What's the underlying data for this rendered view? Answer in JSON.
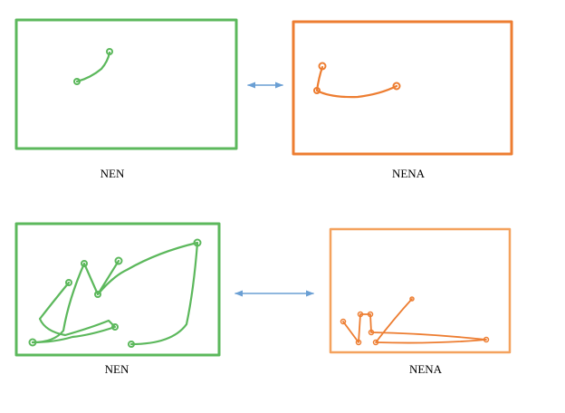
{
  "colors": {
    "green": "#5cb85c",
    "orange": "#ed7d31",
    "light_orange": "#f4a25e",
    "arrow": "#6a9fd4"
  },
  "panels": [
    {
      "left_label": "NEN",
      "right_label": "NENA"
    },
    {
      "left_label": "NEN",
      "right_label": "NENA"
    }
  ]
}
